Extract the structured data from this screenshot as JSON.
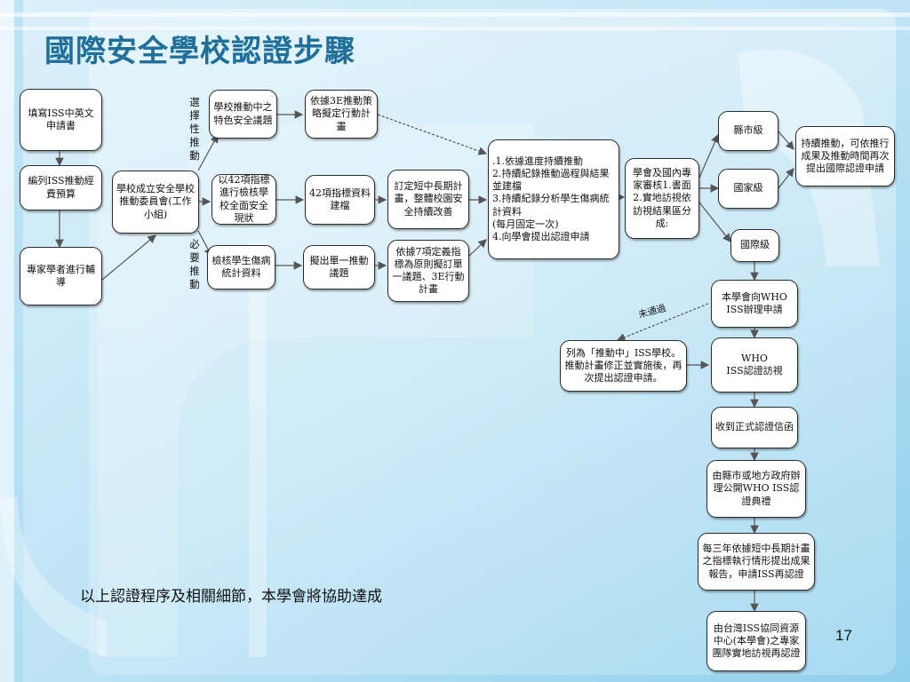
{
  "slide": {
    "title": "國際安全學校認證步驟",
    "footer": "以上認證程序及相關細節，本學會將協助達成",
    "page_number": "17"
  },
  "labels": {
    "elective": "選擇性推動",
    "mandatory": "必要推動",
    "not_passed": "未通過"
  },
  "steps": {
    "fill_form": "填寫ISS中英文申請書",
    "budget": "編列ISS推動經費預算",
    "expert_guidance": "專家學者進行輔導",
    "committee": "學校成立安全學校推動委員會(工作小組)",
    "school_features": "學校推動中之特色安全議題",
    "strategy_plan": "依據3E推動策略擬定行動計畫",
    "indicator_check": "以42項指標進行檢核學校全面安全現狀",
    "indicator_docs": "42項指標資料建檔",
    "long_term_plan": "訂定短中長期計畫，整體校園安全持續改善",
    "injury_stats": "檢核學生傷病統計資料",
    "single_issue": "擬出單一推動議題",
    "seven_principles": "依據7項定義指標為原則擬訂單一議題、3E行動計畫",
    "continuous": ".1.依據進度持續推動\n2.持續紀錄推動過程與結果並建檔\n3.持續紀錄分析學生傷病統計資料\n(每月固定一次)\n4.向學會提出認證申請",
    "expert_review": "學會及國內專家審核1.書面\n2.實地訪視依訪視結果區分成:",
    "county_level": "縣市級",
    "national_level": "國家級",
    "international_level": "國際級",
    "reapply": "持續推動，可依推行成果及推動時間再次提出國際認證申請",
    "apply_who": "本學會向WHO ISS辦理申請",
    "in_progress": "列為「推動中」ISS學校。推動計畫修正並實施後，再次提出認證申請。",
    "who_visit": "WHO\nISS認證訪視",
    "certificate": "收到正式認證信函",
    "ceremony": "由縣市或地方政府辦理公開WHO ISS認證典禮",
    "report_3yr": "每三年依據短中長期計畫之指標執行情形提出成果報告，申請ISS再認證",
    "taiwan_center": "由台灣ISS協同資源中心(本學會)之專家團隊實地訪視再認證"
  },
  "colors": {
    "title": "#1f6f9a",
    "background_light": "#ddf1fb",
    "background_mid": "#9fd6ef",
    "box_border": "#2c2c2c",
    "arrow": "#555555"
  }
}
